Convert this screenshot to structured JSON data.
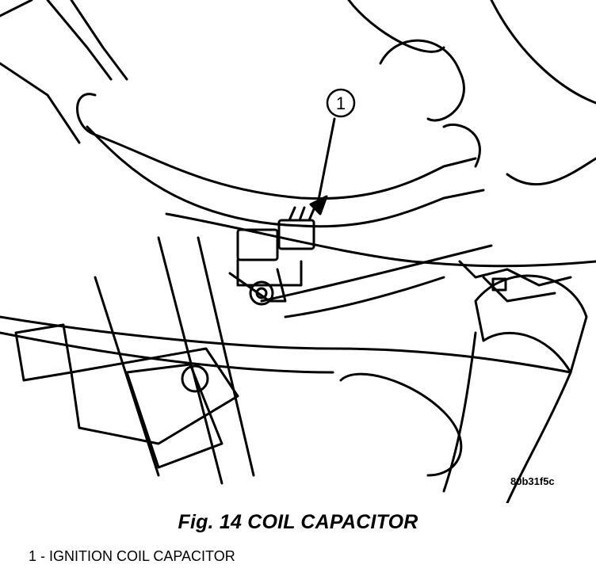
{
  "figure": {
    "callout_number": "1",
    "image_code": "80b31f5c",
    "caption": "Fig. 14 COIL CAPACITOR",
    "legend_item": "1 - IGNITION COIL CAPACITOR"
  }
}
